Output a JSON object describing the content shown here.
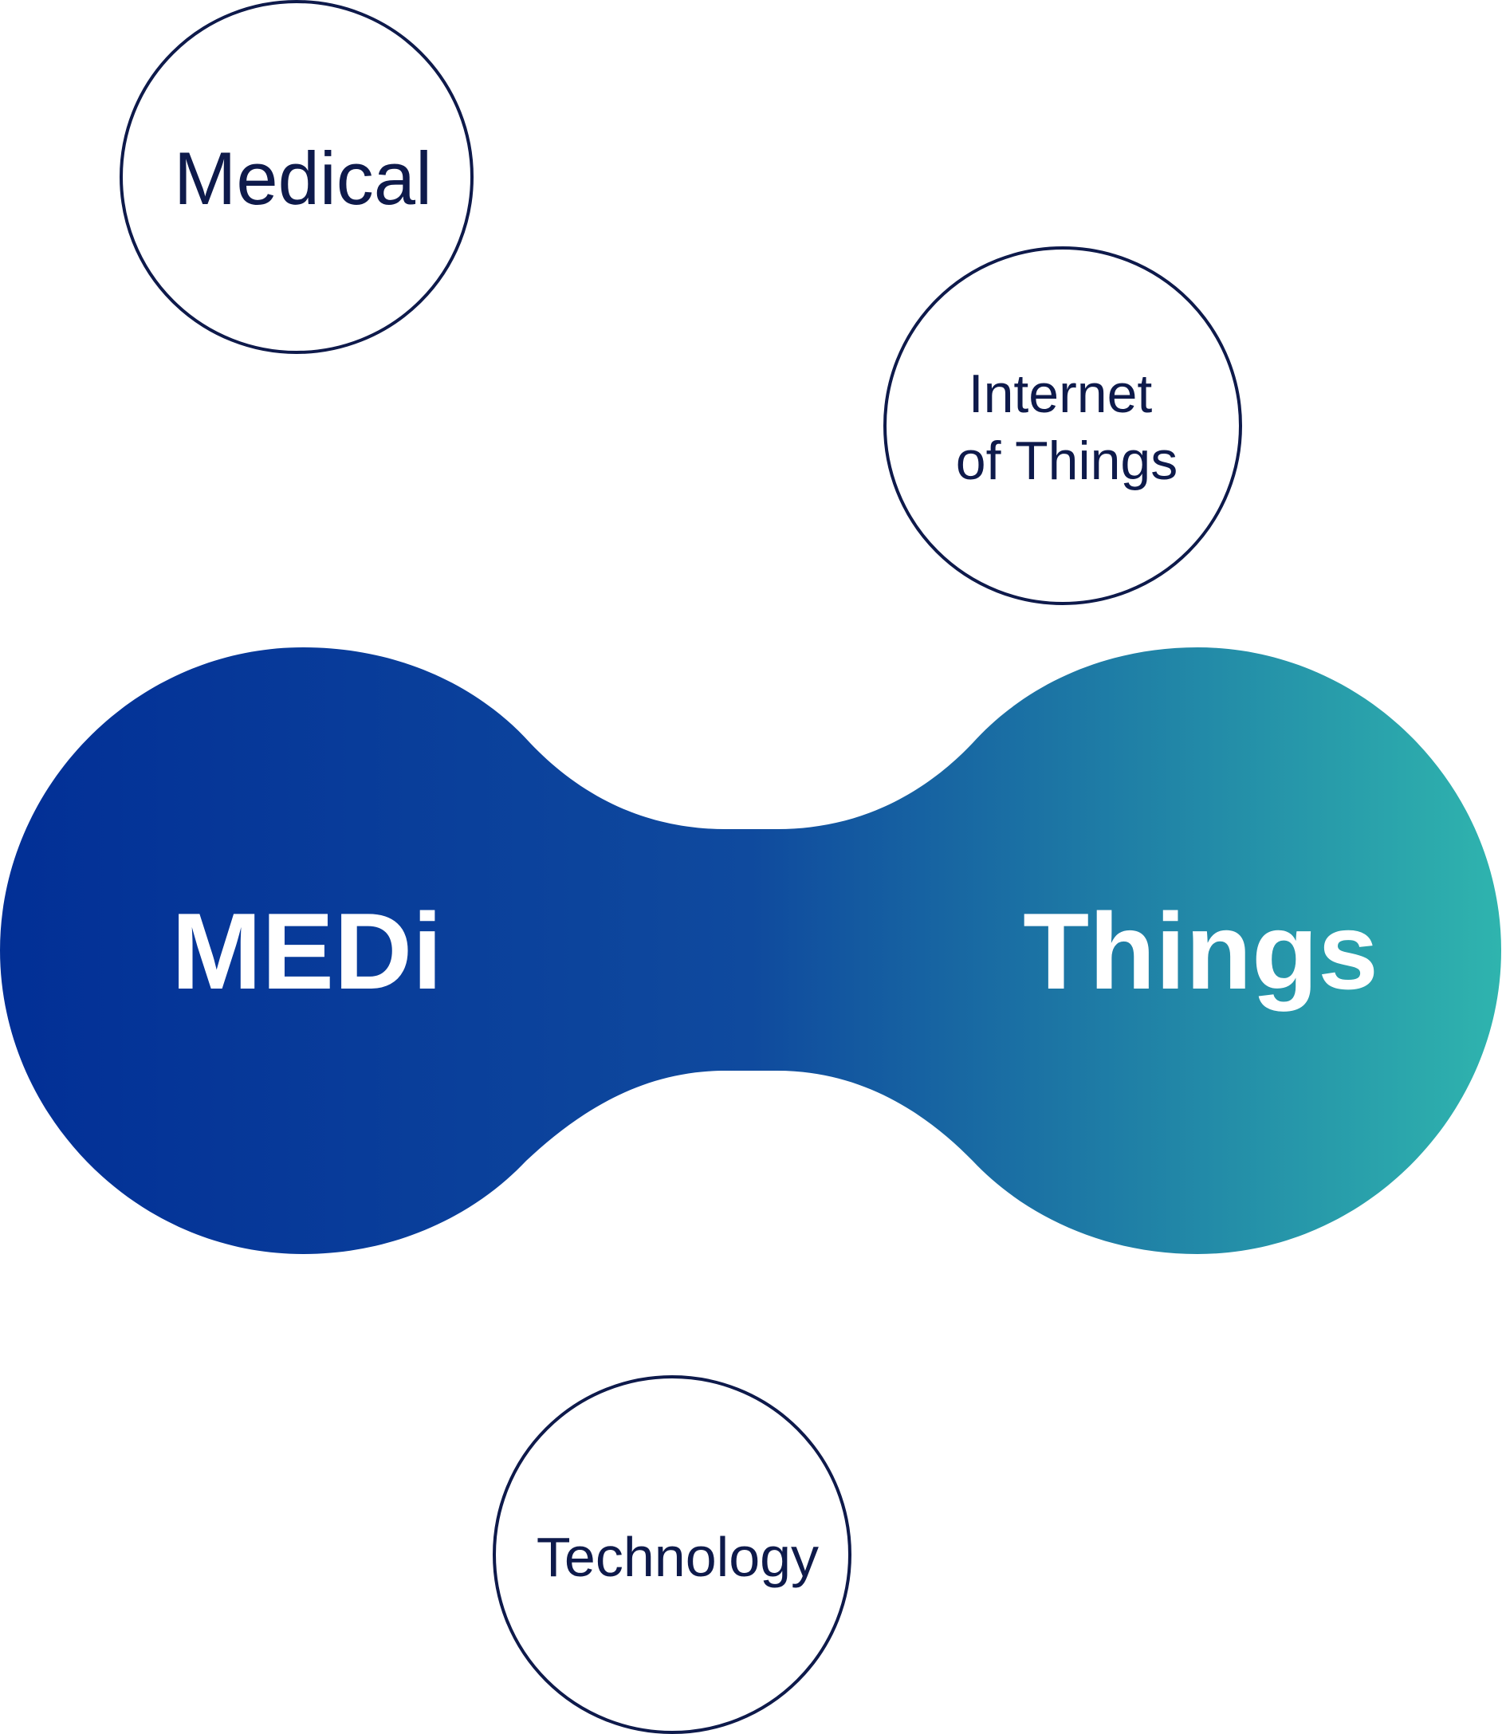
{
  "colors": {
    "outline": "#0e1a4b",
    "gradient_start": "#022f96",
    "gradient_mid": "#0f4a9e",
    "gradient_end": "#2fb4ae",
    "blob_text": "#ffffff"
  },
  "circles": {
    "medical": "Medical",
    "iot_line1": "Internet",
    "iot_line2": "of Things",
    "technology": "Technology"
  },
  "blob": {
    "left_label": "MEDi",
    "right_label": "Things"
  }
}
